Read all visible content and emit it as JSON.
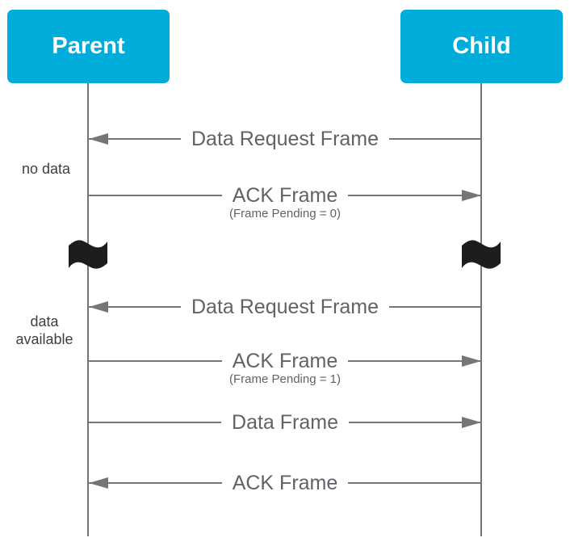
{
  "diagram": {
    "actors": [
      {
        "label": "Parent"
      },
      {
        "label": "Child"
      }
    ],
    "messages": [
      {
        "label": "Data Request Frame",
        "sublabel": "",
        "direction": "left",
        "from": "Child",
        "to": "Parent"
      },
      {
        "label": "ACK Frame",
        "sublabel": "(Frame Pending = 0)",
        "direction": "right",
        "from": "Parent",
        "to": "Child"
      },
      {
        "label": "Data Request Frame",
        "sublabel": "",
        "direction": "left",
        "from": "Child",
        "to": "Parent"
      },
      {
        "label": "ACK Frame",
        "sublabel": "(Frame Pending = 1)",
        "direction": "right",
        "from": "Parent",
        "to": "Child"
      },
      {
        "label": "Data Frame",
        "sublabel": "",
        "direction": "right",
        "from": "Parent",
        "to": "Child"
      },
      {
        "label": "ACK Frame",
        "sublabel": "",
        "direction": "left",
        "from": "Child",
        "to": "Parent"
      }
    ],
    "side_notes": [
      {
        "text": "no data"
      },
      {
        "text": "data available"
      }
    ],
    "separator_icon": "flag-icon"
  },
  "colors": {
    "accent": "#00ACDA",
    "line": "#757575",
    "text": "#5f6368",
    "note": "#3c4043",
    "flag": "#1d1d1b",
    "actor-text": "#ffffff"
  }
}
